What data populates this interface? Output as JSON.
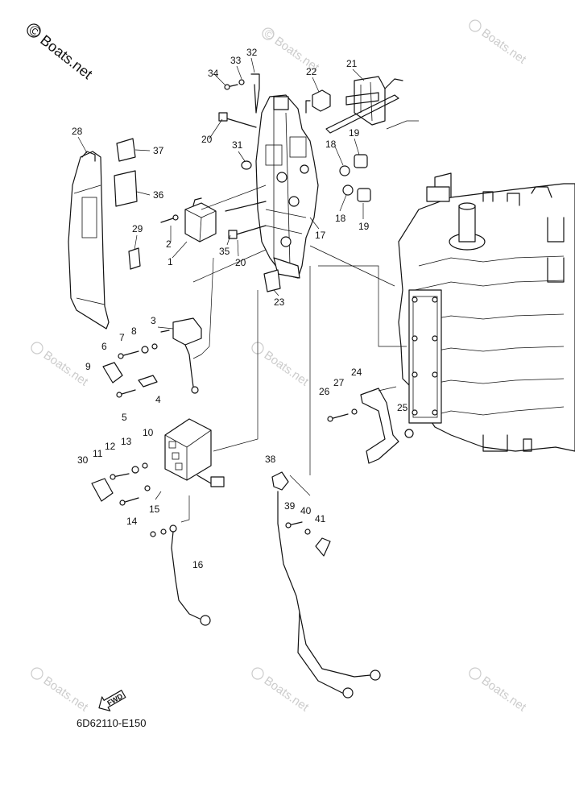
{
  "brand": {
    "symbol": "©",
    "name": "Boats.net"
  },
  "watermark": {
    "text": "Boats.net",
    "symbol": "©"
  },
  "diagram_code": "6D62110-E150",
  "fwd_badge": "FWD",
  "colors": {
    "ink": "#111111",
    "watermark": "#cccccc",
    "background": "#ffffff"
  },
  "callouts": {
    "c1": "1",
    "c2": "2",
    "c3": "3",
    "c4": "4",
    "c5": "5",
    "c6": "6",
    "c7": "7",
    "c8": "8",
    "c9": "9",
    "c10": "10",
    "c11": "11",
    "c12": "12",
    "c13": "13",
    "c14": "14",
    "c15": "15",
    "c16": "16",
    "c17": "17",
    "c18a": "18",
    "c18b": "18",
    "c19a": "19",
    "c19b": "19",
    "c20a": "20",
    "c20b": "20",
    "c21": "21",
    "c22": "22",
    "c23": "23",
    "c24": "24",
    "c25": "25",
    "c26": "26",
    "c27": "27",
    "c28": "28",
    "c29": "29",
    "c30": "30",
    "c31": "31",
    "c32": "32",
    "c33": "33",
    "c34": "34",
    "c35": "35",
    "c36": "36",
    "c37": "37",
    "c38": "38",
    "c39": "39",
    "c40": "40",
    "c41": "41"
  }
}
